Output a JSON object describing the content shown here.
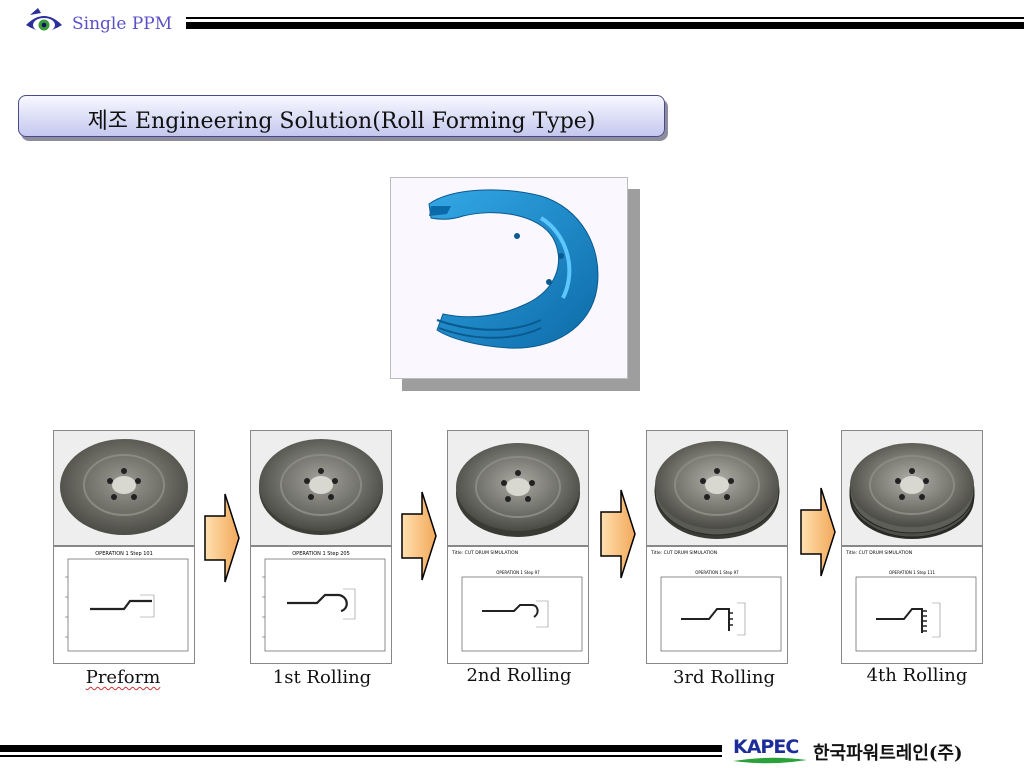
{
  "header": {
    "brand": "Single PPM"
  },
  "title": "제조 Engineering Solution(Roll Forming Type)",
  "process_steps": [
    {
      "label": "Preform",
      "plot_title": "OPERATION 1 Step 101",
      "header_note": ""
    },
    {
      "label": "1st Rolling",
      "plot_title": "OPERATION 1 Step 205",
      "header_note": ""
    },
    {
      "label": "2nd Rolling",
      "plot_title": "OPERATION 1 Step 97",
      "header_note": "Title: CUT DRUM SIMULATION"
    },
    {
      "label": "3rd Rolling",
      "plot_title": "OPERATION 1 Step 97",
      "header_note": "Title: CUT DRUM SIMULATION"
    },
    {
      "label": "4th Rolling",
      "plot_title": "OPERATION 1 Step 111",
      "header_note": "Title: CUT DRUM SIMULATION"
    }
  ],
  "footer": {
    "brand": "KAPEC",
    "company": "한국파워트레인(주)"
  },
  "colors": {
    "accent": "#5a50c8",
    "part_blue": "#1f8fd2",
    "brand_blue": "#1d2d9a",
    "swoosh_green": "#2aa13a"
  }
}
